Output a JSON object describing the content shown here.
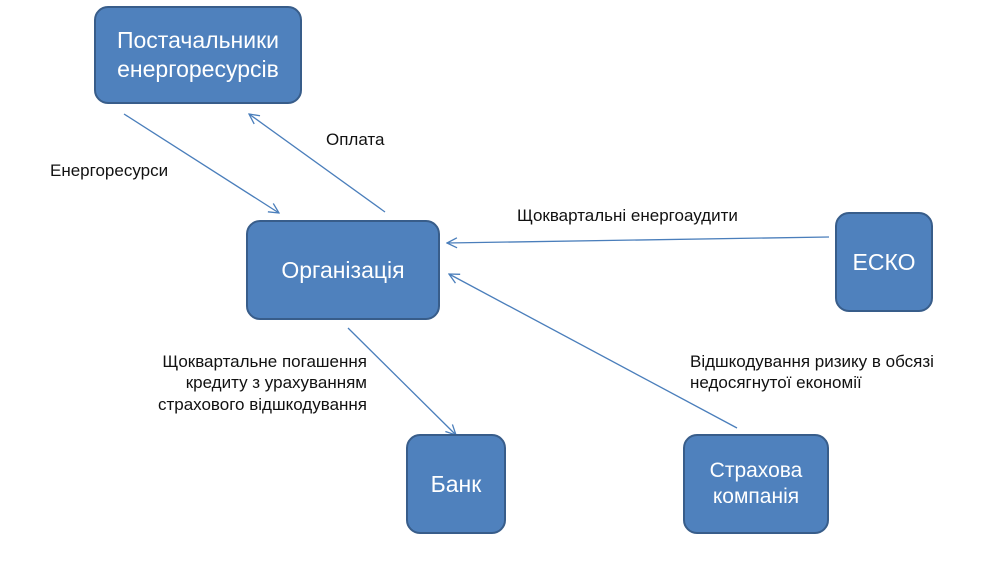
{
  "nodes": {
    "suppliers": "Постачальники енергоресурсів",
    "organization": "Організація",
    "esco": "ЕСКО",
    "bank": "Банк",
    "insurance": "Страхова компанія"
  },
  "edges": {
    "energy_resources": "Енергоресурси",
    "payment": "Оплата",
    "quarterly_audits": "Щоквартальні енергоаудити",
    "loan_repayment": [
      "Щоквартальне погашення",
      "кредиту з  урахуванням",
      "страхового відшкодування"
    ],
    "risk_compensation": [
      "Відшкодування ризику в обсязі",
      "недосягнутої економії"
    ]
  },
  "colors": {
    "box_fill": "#4f81bd",
    "box_border": "#385d8a",
    "arrow": "#4a7ebb",
    "text": "#111111"
  }
}
